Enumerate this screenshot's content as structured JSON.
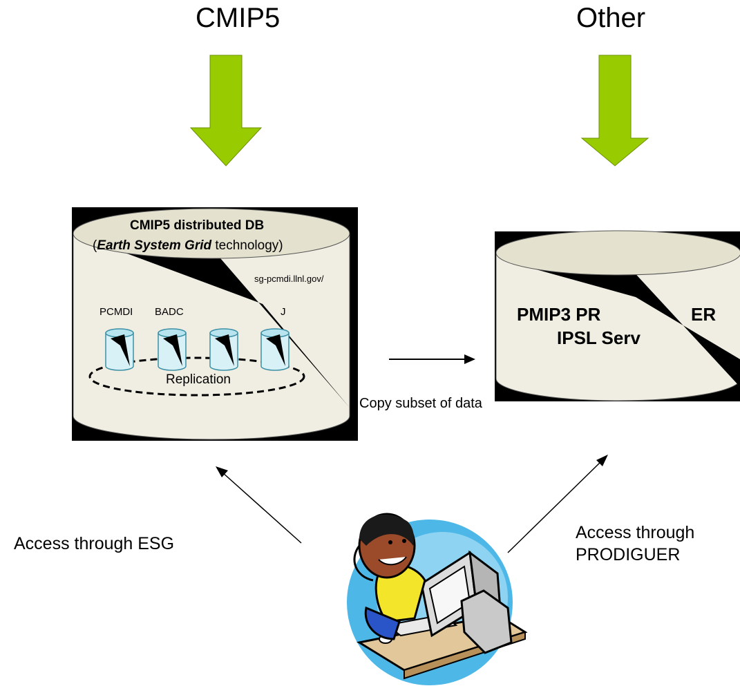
{
  "headings": {
    "left": "CMIP5",
    "right": "Other"
  },
  "left_db": {
    "title": "CMIP5 distributed DB",
    "subtitle_paren_open": "(",
    "subtitle_emphasis": "Earth System Grid",
    "subtitle_rest": " technology)",
    "url": "sg-pcmdi.llnl.gov/",
    "nodes": [
      "PCMDI",
      "BADC",
      "J"
    ],
    "replication_label": "Replication"
  },
  "right_db": {
    "title_line1": "PMIP3 PR",
    "title_line1_end": "ER",
    "title_line2": "IPSL Serv"
  },
  "copy_label": "Copy subset of data",
  "access_left": "Access through ESG",
  "access_right_line1": "Access through",
  "access_right_line2": "PRODIGUER",
  "colors": {
    "arrow_green": "#99cc00",
    "arrow_green_dark": "#6b8f00",
    "cylinder_fill": "#f0eee2",
    "cylinder_top": "#e4e2cf",
    "small_cyl_fill": "#d7f1f7",
    "small_cyl_top": "#b7e4ef",
    "shadow": "#000000"
  },
  "icons": [
    "down-arrow-icon",
    "database-cylinder-icon",
    "person-at-computer-icon"
  ]
}
